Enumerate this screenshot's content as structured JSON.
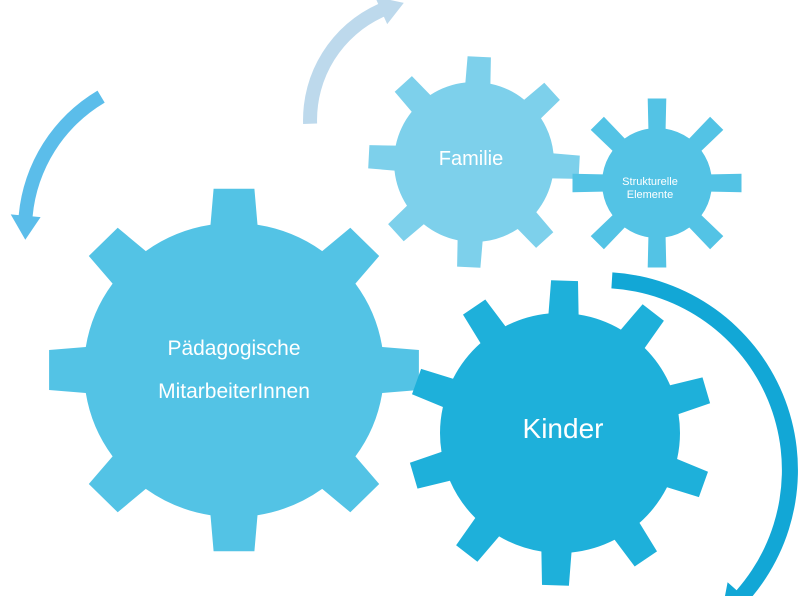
{
  "gears": {
    "paedagogisch": {
      "line1": "Pädagogische",
      "line2": "MitarbeiterInnen",
      "color": "#53C3E5"
    },
    "familie": {
      "label": "Familie",
      "color": "#7DD0EB"
    },
    "strukturell": {
      "line1": "Strukturelle",
      "line2": "Elemente",
      "color": "#53C3E5"
    },
    "kinder": {
      "label": "Kinder",
      "color": "#1EB0DA"
    }
  },
  "arrows": {
    "top": {
      "color": "#BDD9EC"
    },
    "left": {
      "color": "#5BBDEA"
    },
    "right": {
      "color": "#12A7D6"
    }
  }
}
